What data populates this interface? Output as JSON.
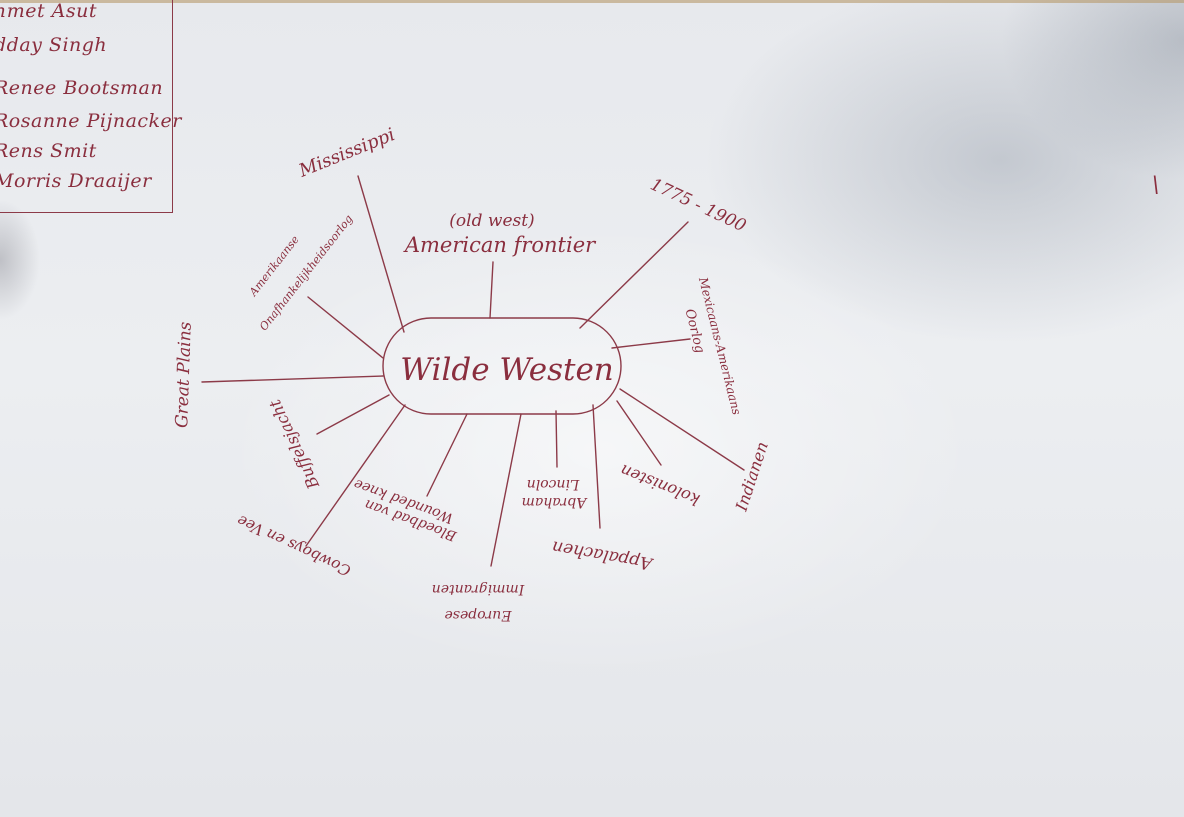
{
  "group_members": [
    "hmet Asut",
    "dday Singh",
    "Renee Bootsman",
    "Rosanne Pijnacker",
    "Rens Smit",
    "Morris Draaijer"
  ],
  "center_topic": "Wilde Westen",
  "branches": {
    "mississippi": "Mississippi",
    "frontier_line1": "(old west)",
    "frontier_line2": "American frontier",
    "years": "1775 - 1900",
    "mexicaans_line1": "Mexicaans-Amerikaans",
    "mexicaans_line2": "Oorlog",
    "indianen": "Indianen",
    "kolonisten": "kolonisten",
    "appalachen": "Appalachen",
    "lincoln_line1": "Abraham",
    "lincoln_line2": "Lincoln",
    "europese_line1": "Europese",
    "europese_line2": "Immigranten",
    "bloedbad_line1": "Bloedbad van",
    "bloedbad_line2": "Wounded knee",
    "cowboys": "Cowboys en Vee",
    "buffelsjacht": "Buffelsjacht",
    "great_plains": "Great Plains",
    "onafh_line1": "Amerikaanse",
    "onafh_line2": "Onafhankelijkheidsoorlog"
  },
  "stray_mark": "\\",
  "colors": {
    "ink": "#8a2e3e",
    "paper": "#eceef1"
  }
}
